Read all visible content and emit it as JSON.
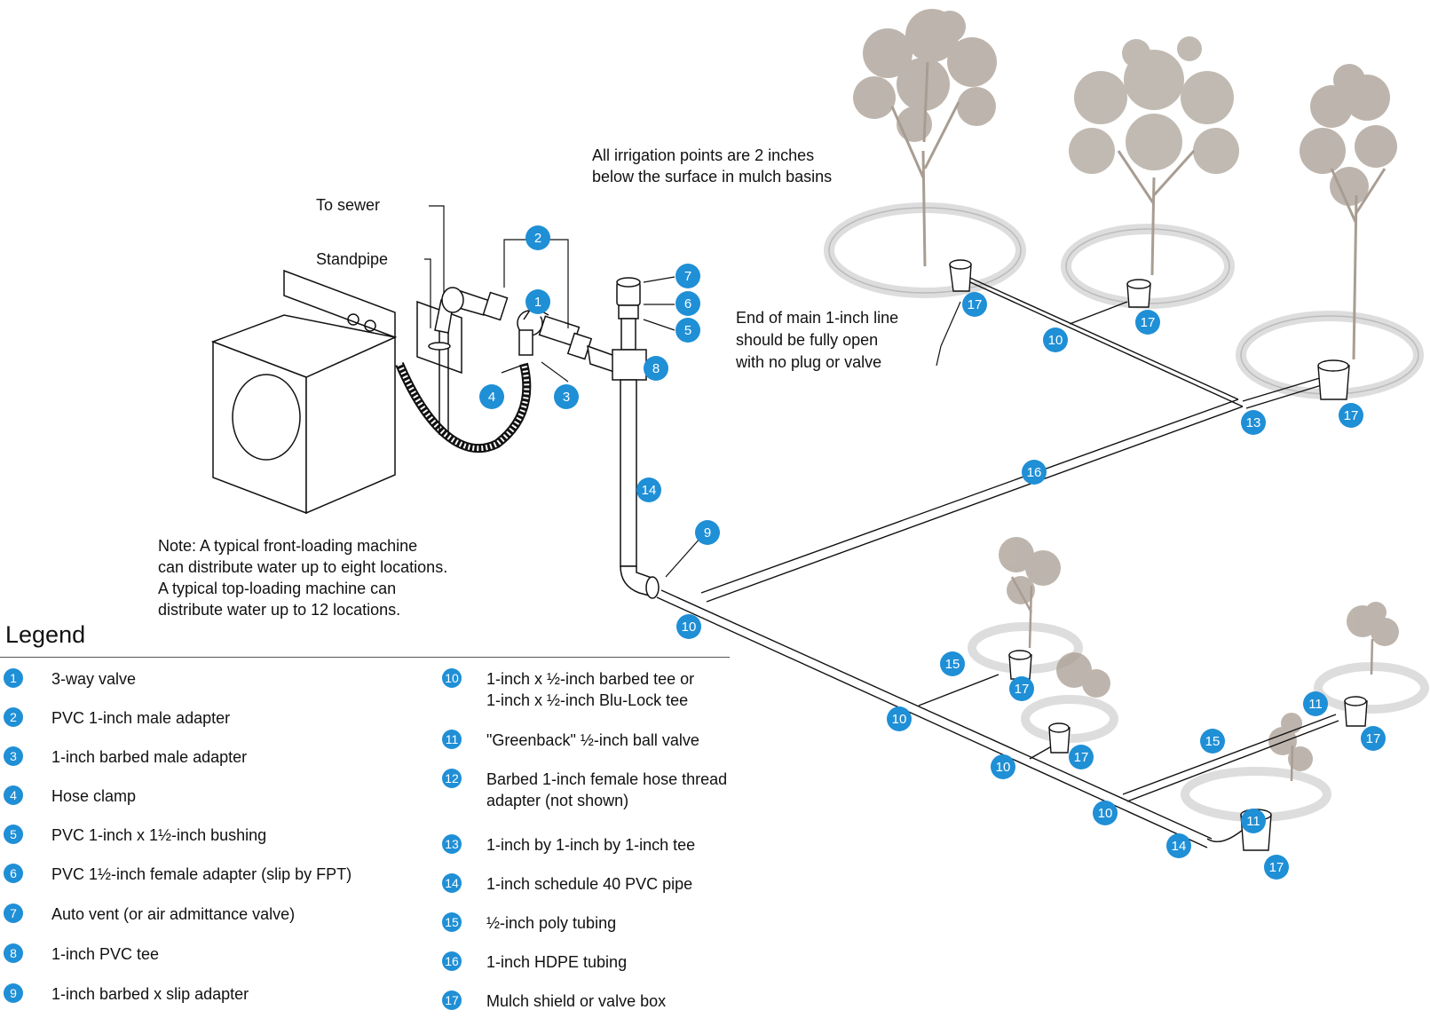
{
  "annotations": {
    "to_sewer": "To sewer",
    "standpipe": "Standpipe",
    "irrigation_note_1": "All irrigation points are 2 inches",
    "irrigation_note_2": "below the surface in mulch basins",
    "end_line_1": "End of main 1-inch line",
    "end_line_2": "should be fully open",
    "end_line_3": "with no plug or valve",
    "note_1": "Note: A typical front-loading machine",
    "note_2": "can distribute water up to eight locations.",
    "note_3": "A typical top-loading machine can",
    "note_4": "distribute water up to 12 locations."
  },
  "callout_color": "#1f8fd6",
  "pipe_color": "#111111",
  "tree_color": "#a89d92",
  "legend": {
    "title": "Legend",
    "items": [
      {
        "num": "1",
        "text": "3-way valve"
      },
      {
        "num": "2",
        "text": "PVC 1-inch male adapter"
      },
      {
        "num": "3",
        "text": "1-inch barbed male adapter"
      },
      {
        "num": "4",
        "text": "Hose clamp"
      },
      {
        "num": "5",
        "text": "PVC 1-inch x 1½-inch bushing"
      },
      {
        "num": "6",
        "text": "PVC 1½-inch female adapter (slip by FPT)"
      },
      {
        "num": "7",
        "text": "Auto vent (or air admittance valve)"
      },
      {
        "num": "8",
        "text": "1-inch PVC tee"
      },
      {
        "num": "9",
        "text": "1-inch barbed x slip adapter"
      },
      {
        "num": "10",
        "text": "1-inch x ½-inch barbed tee or\n1-inch x ½-inch Blu-Lock tee"
      },
      {
        "num": "11",
        "text": "\"Greenback\" ½-inch ball valve"
      },
      {
        "num": "12",
        "text": "Barbed 1-inch female hose thread\nadapter (not shown)"
      },
      {
        "num": "13",
        "text": "1-inch by 1-inch by 1-inch tee"
      },
      {
        "num": "14",
        "text": "1-inch schedule 40 PVC pipe"
      },
      {
        "num": "15",
        "text": "½-inch poly tubing"
      },
      {
        "num": "16",
        "text": "1-inch HDPE tubing"
      },
      {
        "num": "17",
        "text": "Mulch shield or valve box"
      }
    ]
  },
  "callouts": [
    {
      "num": "1"
    },
    {
      "num": "2"
    },
    {
      "num": "3"
    },
    {
      "num": "4"
    },
    {
      "num": "5"
    },
    {
      "num": "6"
    },
    {
      "num": "7"
    },
    {
      "num": "8"
    },
    {
      "num": "9"
    },
    {
      "num": "10"
    },
    {
      "num": "10"
    },
    {
      "num": "10"
    },
    {
      "num": "10"
    },
    {
      "num": "10"
    },
    {
      "num": "11"
    },
    {
      "num": "11"
    },
    {
      "num": "13"
    },
    {
      "num": "14"
    },
    {
      "num": "14"
    },
    {
      "num": "15"
    },
    {
      "num": "15"
    },
    {
      "num": "16"
    },
    {
      "num": "17"
    },
    {
      "num": "17"
    },
    {
      "num": "17"
    },
    {
      "num": "17"
    },
    {
      "num": "17"
    },
    {
      "num": "17"
    },
    {
      "num": "17"
    }
  ]
}
